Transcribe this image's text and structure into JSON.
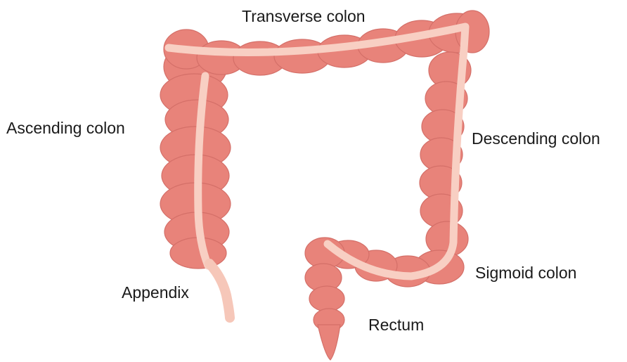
{
  "labels": {
    "transverse": "Transverse colon",
    "ascending": "Ascending colon",
    "descending": "Descending colon",
    "sigmoid": "Sigmoid colon",
    "appendix": "Appendix",
    "rectum": "Rectum"
  },
  "colors": {
    "colon_body": "#e8837a",
    "colon_shade": "#d8706a",
    "colon_band": "#f8cfc3",
    "appendix": "#f6c7b9",
    "label_text": "#1a1a1a"
  }
}
